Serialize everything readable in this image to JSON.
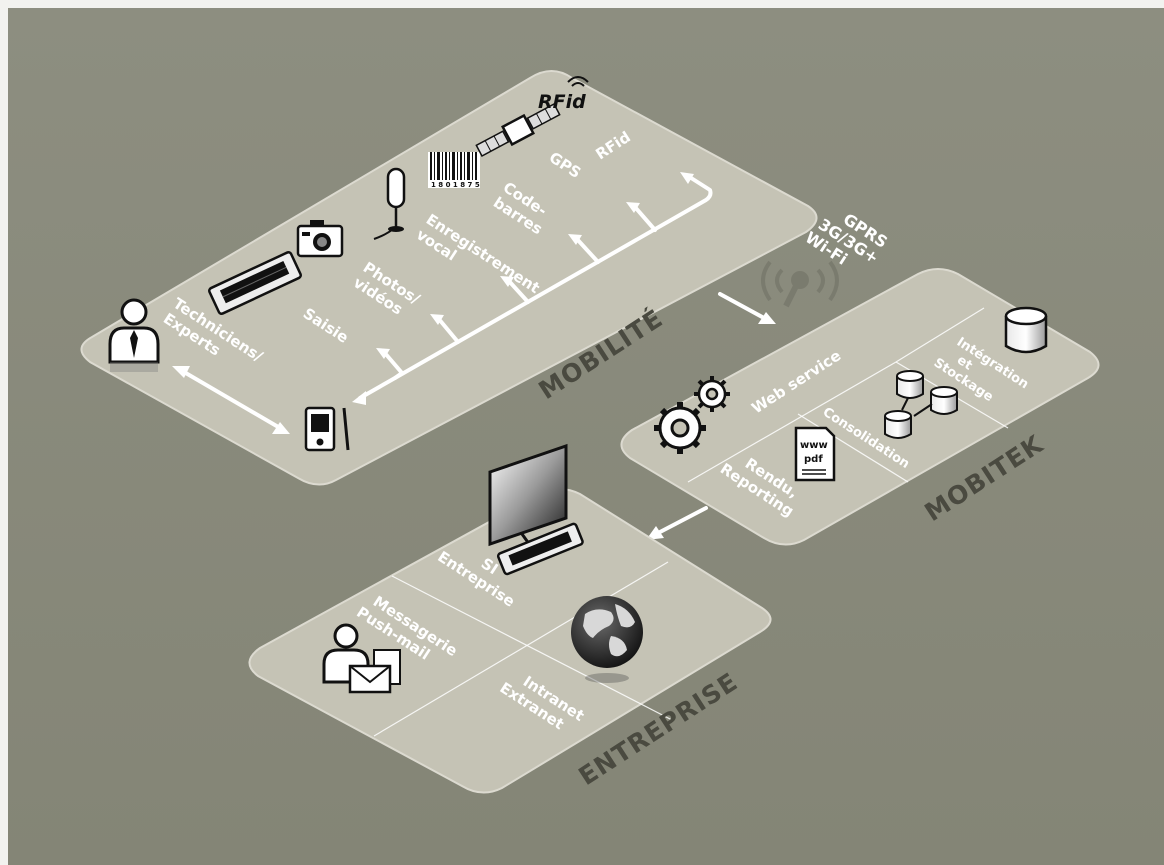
{
  "platforms": {
    "mobilite": {
      "title": "MOBILITÉ",
      "items": {
        "rfid_logo": "RFid",
        "rfid": "RFid",
        "gps": "GPS",
        "code_l1": "Code-",
        "code_l2": "barres",
        "enreg_l1": "Enregistrement",
        "enreg_l2": "vocal",
        "photos_l1": "Photos/",
        "photos_l2": "vidéos",
        "saisie": "Saisie",
        "tech_l1": "Techniciens/",
        "tech_l2": "Experts",
        "barcode_digits": "1 8 0 1 8 7 5"
      }
    },
    "mobitek": {
      "title": "MOBITEK",
      "items": {
        "web_service": "Web service",
        "integ_l1": "Intégration",
        "integ_l2": "et",
        "integ_l3": "Stockage",
        "consolidation": "Consolidation",
        "rendu_l1": "Rendu,",
        "rendu_l2": "Reporting",
        "doc_l1": "www",
        "doc_l2": "pdf"
      }
    },
    "entreprise": {
      "title": "ENTREPRISE",
      "items": {
        "si_l1": "SI",
        "si_l2": "Entreprise",
        "msg_l1": "Messagerie",
        "msg_l2": "Push-mail",
        "intra_l1": "Intranet",
        "intra_l2": "Extranet"
      }
    }
  },
  "network": {
    "l1": "GPRS",
    "l2": "3G/3G+",
    "l3": "Wi-Fi"
  },
  "colors": {
    "background": "#898a7b",
    "platform": "#c5c3b5",
    "title_text": "#4a4a40",
    "label_text": "#ffffff"
  }
}
